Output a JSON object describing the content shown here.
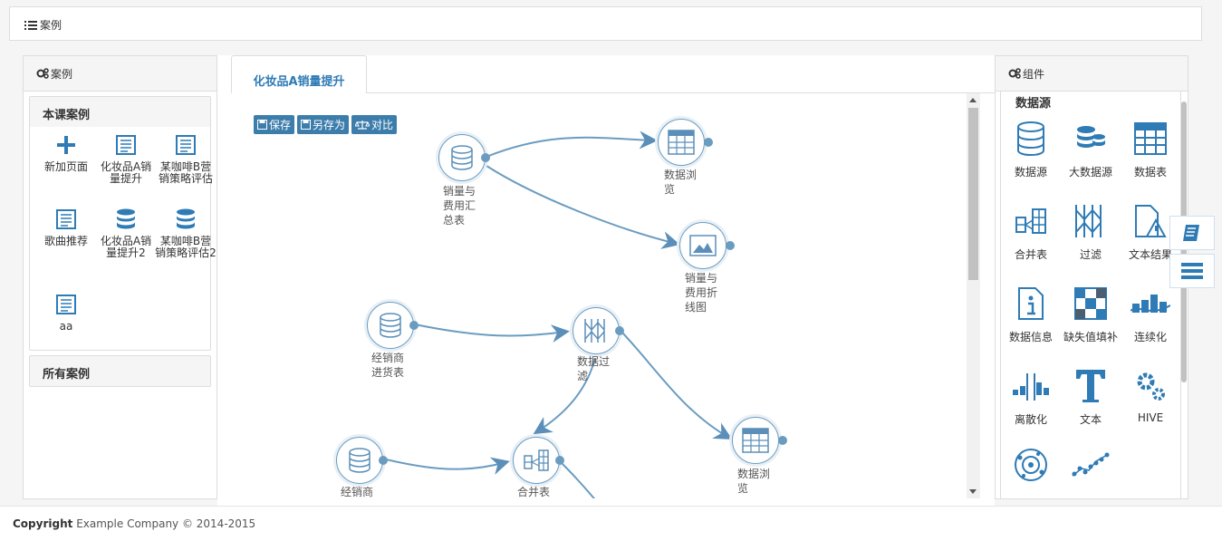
{
  "header": {
    "title": "案例",
    "icon": "list-icon"
  },
  "left_panel": {
    "title": "案例",
    "icon": "gears-icon",
    "sections": [
      {
        "title": "本课案例"
      },
      {
        "title": "所有案例"
      }
    ],
    "cases": [
      {
        "label": "新加页面",
        "icon": "plus-icon"
      },
      {
        "label": "化妆品A销量提升",
        "icon": "report-icon"
      },
      {
        "label": "某咖啡B营销策略评估",
        "icon": "report-icon"
      },
      {
        "label": "歌曲推荐",
        "icon": "report-icon"
      },
      {
        "label": "化妆品A销量提升2",
        "icon": "database-icon"
      },
      {
        "label": "某咖啡B营销策略评估2",
        "icon": "database-icon"
      },
      {
        "label": "aa",
        "icon": "report-icon"
      }
    ]
  },
  "workspace": {
    "tab": "化妆品A销量提升",
    "toolbar": {
      "save": "保存",
      "save_as": "另存为",
      "compare": "对比"
    },
    "nodes": [
      {
        "id": "n1",
        "label": "销量与费用汇总表",
        "icon": "database-icon"
      },
      {
        "id": "n2",
        "label": "数据浏览",
        "icon": "table-icon"
      },
      {
        "id": "n3",
        "label": "销量与费用折线图",
        "icon": "line-chart-icon"
      },
      {
        "id": "n4",
        "label": "经销商进货表",
        "icon": "database-icon"
      },
      {
        "id": "n5",
        "label": "数据过滤",
        "icon": "filter-icon"
      },
      {
        "id": "n6",
        "label": "数据浏览",
        "icon": "table-icon"
      },
      {
        "id": "n7",
        "label": "经销商",
        "icon": "database-icon"
      },
      {
        "id": "n8",
        "label": "合并表",
        "icon": "merge-icon"
      }
    ]
  },
  "right_panel": {
    "title": "组件",
    "category": "数据源",
    "components": [
      {
        "label": "数据源",
        "icon": "database-icon"
      },
      {
        "label": "大数据源",
        "icon": "big-database-icon"
      },
      {
        "label": "数据表",
        "icon": "table-icon"
      },
      {
        "label": "合并表",
        "icon": "merge-icon"
      },
      {
        "label": "过滤",
        "icon": "filter-icon"
      },
      {
        "label": "文本结果",
        "icon": "text-result-icon"
      },
      {
        "label": "数据信息",
        "icon": "info-icon"
      },
      {
        "label": "缺失值填补",
        "icon": "impute-icon"
      },
      {
        "label": "连续化",
        "icon": "continuize-icon"
      },
      {
        "label": "离散化",
        "icon": "discretize-icon"
      },
      {
        "label": "文本",
        "icon": "text-icon"
      },
      {
        "label": "HIVE",
        "icon": "gears-icon"
      },
      {
        "label": "",
        "icon": "cluster-icon"
      },
      {
        "label": "",
        "icon": "scatter-icon"
      }
    ]
  },
  "footer": {
    "brand": "Copyright",
    "text": " Example Company © 2014-2015"
  },
  "colors": {
    "accent": "#2e7bb5",
    "node_border": "#6a9cc0",
    "button": "#3c7dab"
  }
}
